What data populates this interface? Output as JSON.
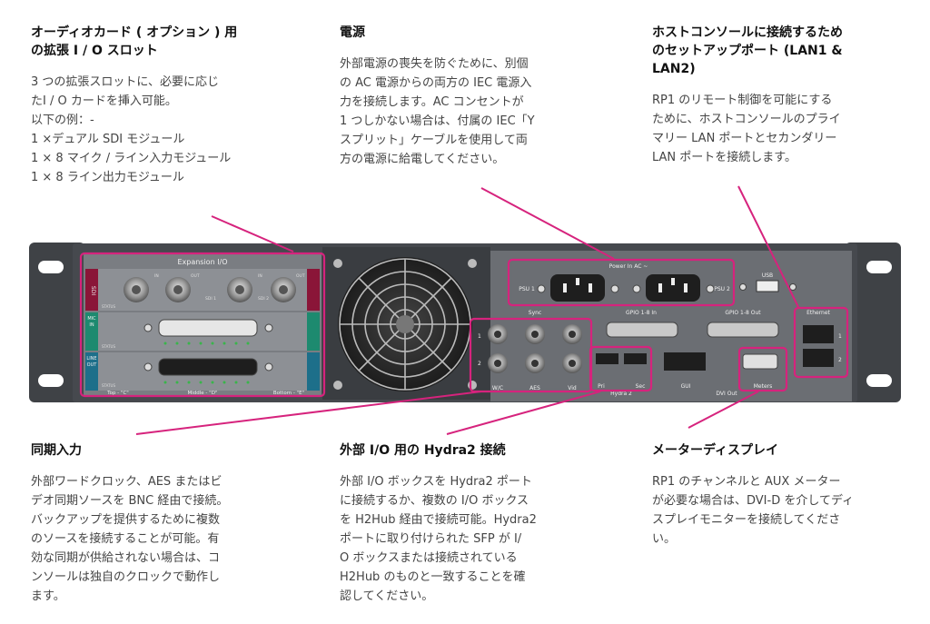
{
  "callouts": {
    "expansion": {
      "title": "オーディオカード ( オプション ) 用\nの拡張 I / O スロット",
      "body": "3 つの拡張スロットに、必要に応じ\nたI / O カードを挿入可能。\n以下の例：-\n1 ×デュアル SDI モジュール\n1 × 8 マイク / ライン入力モジュール\n1 × 8 ライン出力モジュール"
    },
    "power": {
      "title": "電源",
      "body": "外部電源の喪失を防ぐために、別個\nの AC 電源からの両方の IEC 電源入\n力を接続します。AC コンセントが\n1 つしかない場合は、付属の IEC「Y\nスプリット」ケーブルを使用して両\n方の電源に給電してください。"
    },
    "host": {
      "title": "ホストコンソールに接続するため\nのセットアップポート (LAN1 &\nLAN2)",
      "body": "RP1 のリモート制御を可能にする\nために、ホストコンソールのプライ\nマリー LAN ポートとセカンダリー\nLAN ポートを接続します。"
    },
    "sync": {
      "title": "同期入力",
      "body": "外部ワードクロック、AES またはビ\nデオ同期ソースを BNC 経由で接続。\nバックアップを提供するために複数\nのソースを接続することが可能。有\n効な同期が供給されない場合は、コ\nンソールは独自のクロックで動作し\nます。"
    },
    "hydra": {
      "title": "外部 I/O 用の Hydra2 接続",
      "body": "外部 I/O ボックスを Hydra2 ポート\nに接続するか、複数の I/O ボックス\nを H2Hub 経由で接続可能。Hydra2\nポートに取り付けられた SFP が I/\nO ボックスまたは接続されている\nH2Hub のものと一致することを確\n認してください。"
    },
    "meter": {
      "title": "メーターディスプレイ",
      "body": "RP1 のチャンネルと AUX メーター\nが必要な場合は、DVI-D を介してディ\nスプレイモニターを接続してくださ\nい。"
    }
  },
  "panel": {
    "expansion_io": "Expansion I/O",
    "sdi_tag": "SDI",
    "mic_tag": "MIC\nIN",
    "line_tag": "LINE\nOUT",
    "status": "STATUS",
    "sdi_in": "IN",
    "sdi_out": "OUT",
    "sdi_1": "SDI 1",
    "sdi_2": "SDI 2",
    "slot_top": "Top - \"C\"",
    "slot_middle": "Middle - \"D\"",
    "slot_bottom": "Bottom - \"E\"",
    "power_in": "Power In AC ~",
    "psu1": "PSU 1",
    "psu2": "PSU 2",
    "usb": "USB",
    "sync": "Sync",
    "gpio_in": "GPIO 1-8 In",
    "gpio_out": "GPIO 1-8 Out",
    "ethernet": "Ethernet",
    "eth_1": "1",
    "eth_2": "2",
    "row_1": "1",
    "row_2": "2",
    "wc": "W/C",
    "aes": "AES",
    "vid": "Vid",
    "pri": "Pri",
    "sec": "Sec",
    "hydra2": "Hydra 2",
    "gui": "GUI",
    "dvi_out": "DVI Out",
    "meters": "Meters"
  },
  "colors": {
    "highlight": "#d6237d",
    "chassis": "#4a4d52",
    "panel": "#6a6d72",
    "sdi_tag": "#8a1538",
    "mic_tag": "#1d8a6f",
    "line_tag": "#1d6f8a"
  }
}
